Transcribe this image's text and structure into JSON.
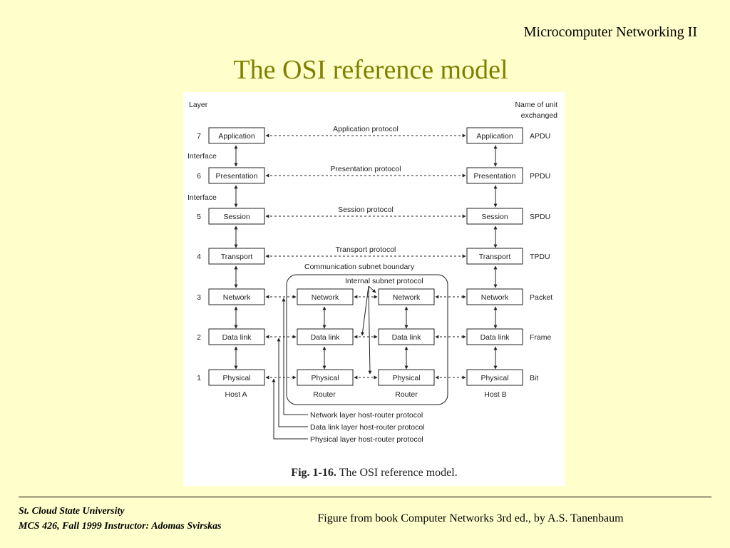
{
  "header": {
    "course": "Microcomputer Networking II",
    "title": "The OSI reference model"
  },
  "diagram": {
    "layer_heading": "Layer",
    "unit_heading_line1": "Name of unit",
    "unit_heading_line2": "exchanged",
    "interface_label": "Interface",
    "layers": [
      {
        "number": "7",
        "name": "Application",
        "protocol": "Application protocol",
        "unit": "APDU"
      },
      {
        "number": "6",
        "name": "Presentation",
        "protocol": "Presentation protocol",
        "unit": "PPDU"
      },
      {
        "number": "5",
        "name": "Session",
        "protocol": "Session protocol",
        "unit": "SPDU"
      },
      {
        "number": "4",
        "name": "Transport",
        "protocol": "Transport protocol",
        "unit": "TPDU"
      },
      {
        "number": "3",
        "name": "Network",
        "unit": "Packet"
      },
      {
        "number": "2",
        "name": "Data link",
        "unit": "Frame"
      },
      {
        "number": "1",
        "name": "Physical",
        "unit": "Bit"
      }
    ],
    "subnet_boundary_label": "Communication subnet boundary",
    "internal_protocol_label": "Internal subnet protocol",
    "host_a": "Host A",
    "host_b": "Host B",
    "router": "Router",
    "legend": [
      "Network layer host-router protocol",
      "Data link layer host-router protocol",
      "Physical layer host-router protocol"
    ],
    "caption_bold": "Fig.  1-16.",
    "caption_rest": "The OSI reference model."
  },
  "footer": {
    "university": "St. Cloud State University",
    "course_line": "MCS 426, Fall 1999  Instructor: Adomas Svirskas",
    "source": "Figure from book Computer Networks 3rd ed., by A.S. Tanenbaum"
  }
}
